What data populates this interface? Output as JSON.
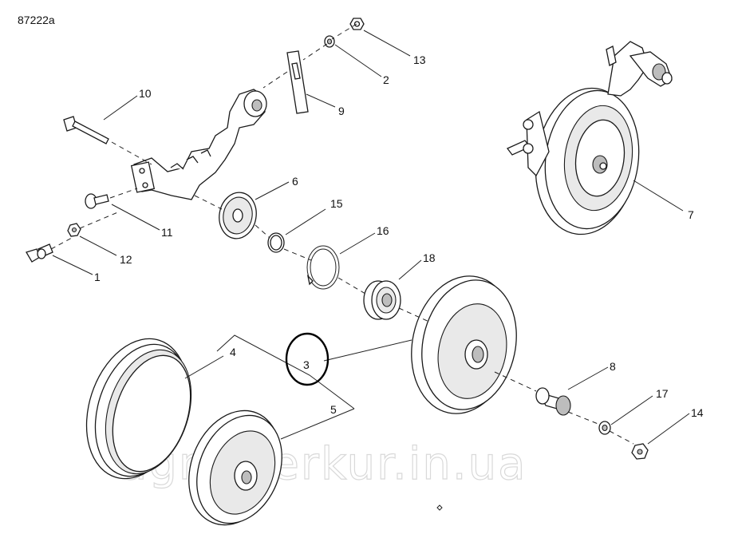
{
  "figure_id": "87222a",
  "watermark": "agromerkur.in.ua",
  "highlight_color": "#000000",
  "labels": {
    "p1": "1",
    "p2": "2",
    "p3": "3",
    "p4": "4",
    "p5": "5",
    "p6": "6",
    "p7": "7",
    "p8": "8",
    "p9": "9",
    "p10": "10",
    "p11": "11",
    "p12": "12",
    "p13": "13",
    "p14": "14",
    "p15": "15",
    "p16": "16",
    "p17": "17",
    "p18": "18"
  }
}
